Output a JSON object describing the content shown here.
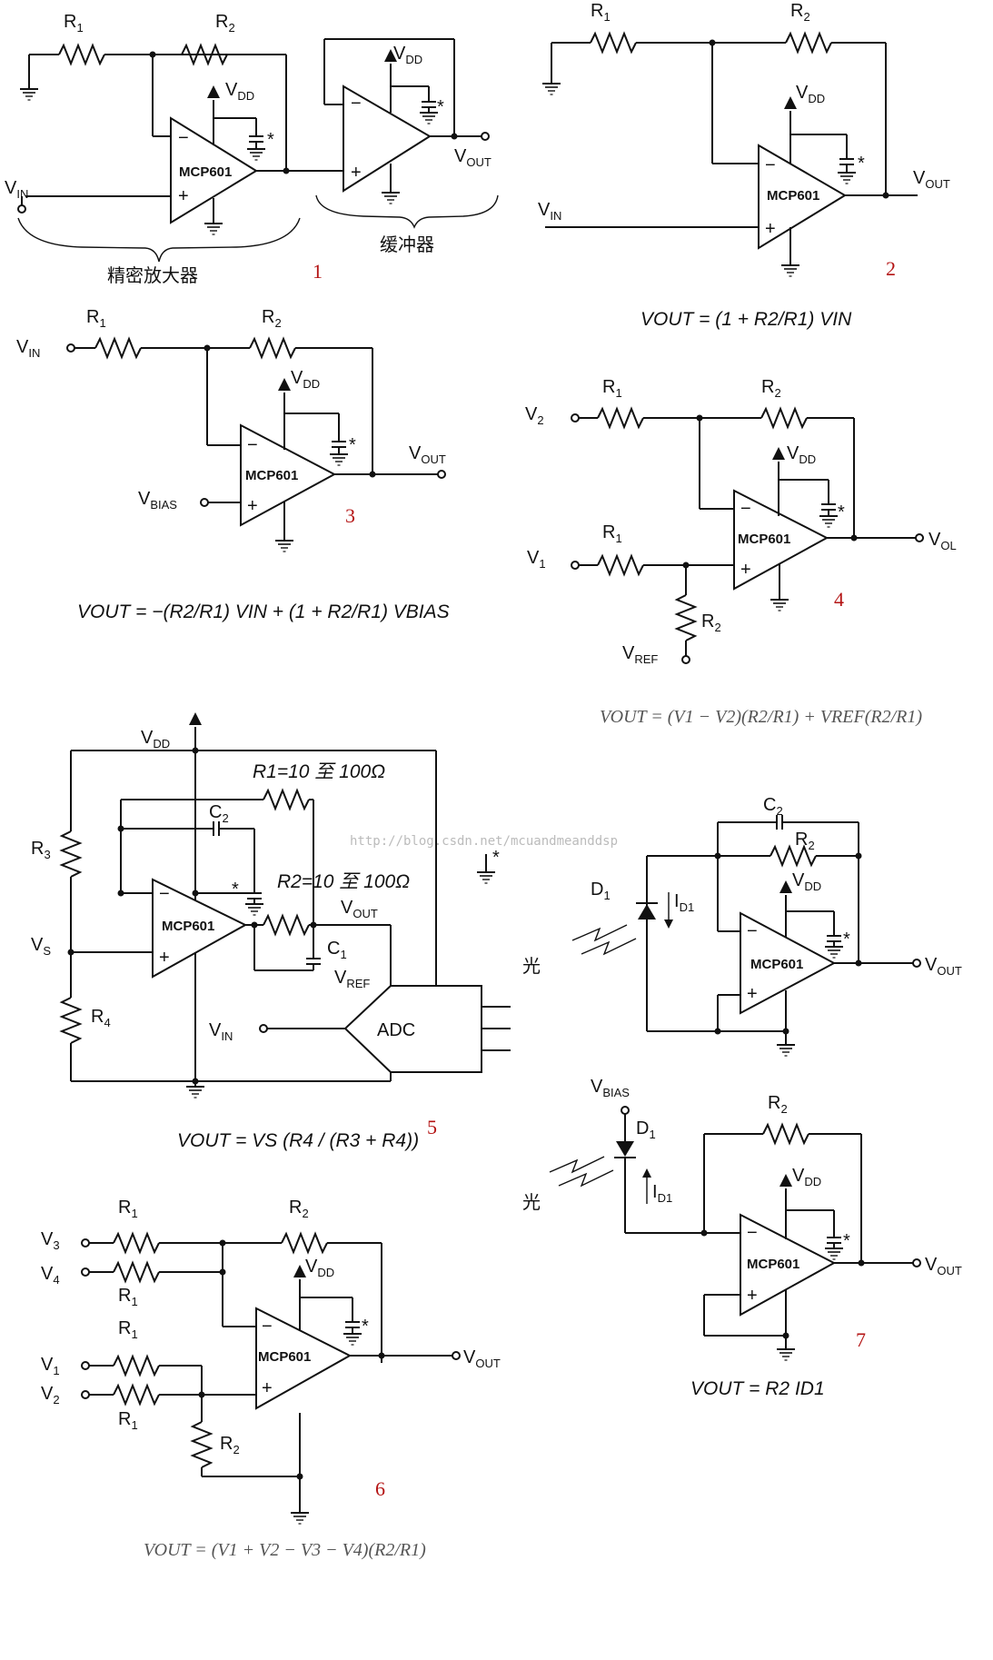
{
  "watermark": "http://blog.csdn.net/mcuandmeanddsp",
  "chip": "MCP601",
  "labels": {
    "R1": "R",
    "R2": "R",
    "R3": "R",
    "R4": "R",
    "C1": "C",
    "C2": "C",
    "sub1": "1",
    "sub2": "2",
    "sub3": "3",
    "sub4": "4",
    "V": "V",
    "VDD_sub": "DD",
    "VOUT_sub": "OUT",
    "VIN_sub": "IN",
    "VBIAS_sub": "BIAS",
    "VREF_sub": "REF",
    "VOL_sub": "OL",
    "VS_sub": "S",
    "D1": "D",
    "ID1_sub": "D1",
    "I": "I",
    "ADC": "ADC",
    "star": "*",
    "minus": "−",
    "plus": "+",
    "light": "光"
  },
  "circuit1": {
    "number": "1",
    "caption_amp": "精密放大器",
    "caption_buf": "缓冲器"
  },
  "circuit2": {
    "number": "2",
    "formula": "VOUT = (1 + R2/R1) VIN"
  },
  "circuit3": {
    "number": "3",
    "formula": "VOUT = −(R2/R1) VIN + (1 + R2/R1) VBIAS"
  },
  "circuit4": {
    "number": "4",
    "formula": "VOUT = (V1 − V2)(R2/R1) + VREF(R2/R1)"
  },
  "circuit5": {
    "number": "5",
    "r1_note": "R1=10 至 100Ω",
    "r2_note": "R2=10 至 100Ω",
    "formula": "VOUT = VS (R4 / (R3 + R4))"
  },
  "circuit6": {
    "number": "6",
    "formula": "VOUT = (V1 + V2 − V3 − V4)(R2/R1)"
  },
  "circuit7": {
    "number": "7",
    "formula": "VOUT = R2 ID1"
  }
}
